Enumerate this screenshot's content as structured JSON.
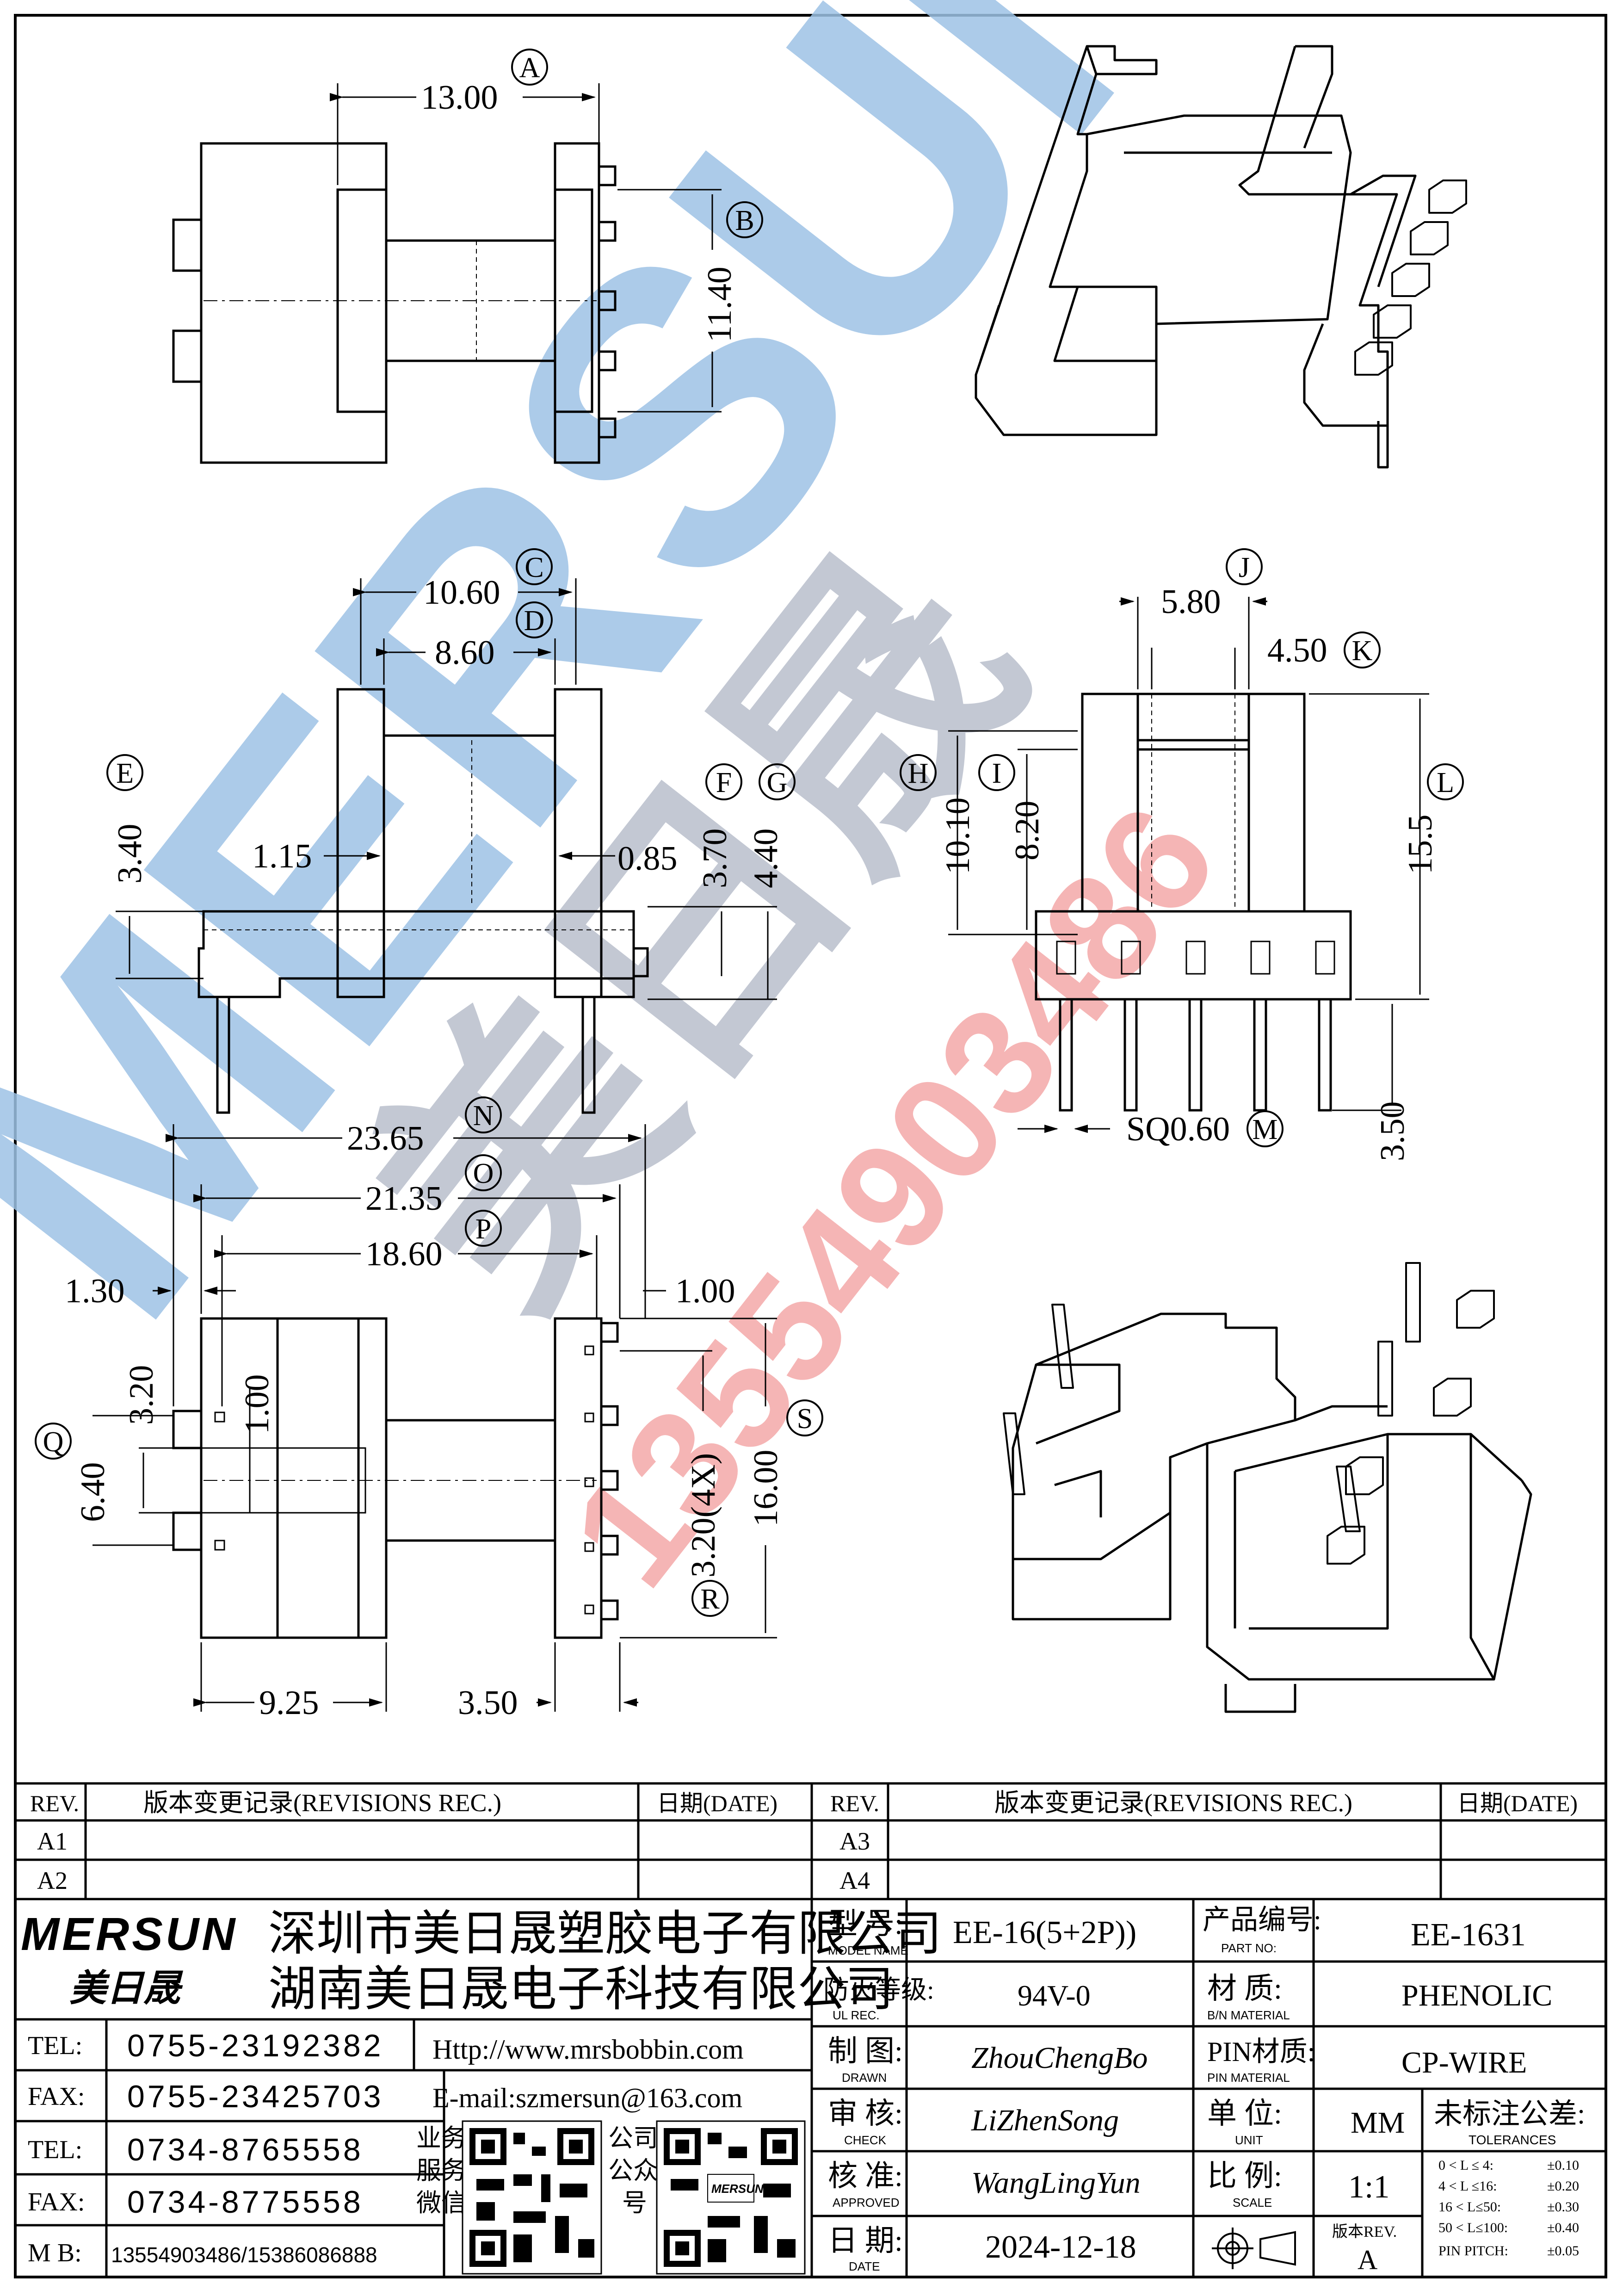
{
  "dimensions": {
    "a": "13.00",
    "b": "11.40",
    "c": "10.60",
    "d": "8.60",
    "e": "3.40",
    "f": "3.70",
    "g": "4.40",
    "h_115": "1.15",
    "h_085": "0.85",
    "j": "5.80",
    "k": "4.50",
    "h": "10.10",
    "i": "8.20",
    "l": "15.5",
    "m": "SQ0.60",
    "m2": "3.50",
    "n": "23.65",
    "o": "21.35",
    "p": "18.60",
    "q130": "1.30",
    "r100": "1.00",
    "q320": "3.20",
    "q100": "1.00",
    "q640": "6.40",
    "s": "16.00",
    "r": "3.20(4X)",
    "b925": "9.25",
    "b350": "3.50"
  },
  "callouts": [
    "A",
    "B",
    "C",
    "D",
    "E",
    "F",
    "G",
    "H",
    "I",
    "J",
    "K",
    "L",
    "M",
    "N",
    "O",
    "P",
    "Q",
    "R",
    "S"
  ],
  "watermark": {
    "brand": "MERSUN",
    "cn": "美日晟",
    "phone": "13554903486",
    "blue": "#9ec3e6",
    "gray": "#b9bfcc",
    "red": "#f4a9a9"
  },
  "title_block": {
    "rev_header": "REV.",
    "rev_rec": "版本变更记录(REVISIONS REC.)",
    "rev_date": "日期(DATE)",
    "rev_left": [
      "A1",
      "A2"
    ],
    "rev_right": [
      "A3",
      "A4"
    ],
    "logo": "MERSUN",
    "logo_cn": "美日晟",
    "company1": "深圳市美日晟塑胶电子有限公司",
    "company2": "湖南美日晟电子科技有限公司",
    "contacts": [
      {
        "label": "TEL:",
        "value": "0755-23192382"
      },
      {
        "label": "FAX:",
        "value": "0755-23425703"
      },
      {
        "label": "TEL:",
        "value": "0734-8765558"
      },
      {
        "label": "FAX:",
        "value": "0734-8775558"
      },
      {
        "label": "M B:",
        "value": "13554903486/15386086888"
      }
    ],
    "website": "Http://www.mrsbobbin.com",
    "email": "E-mail:szmersun@163.com",
    "qr1_label": [
      "业务",
      "服务",
      "微信"
    ],
    "qr2_label": [
      "公司",
      "公众",
      "号"
    ],
    "fields": [
      {
        "cn": "型 号:",
        "en": "MODEL NAME",
        "value": "EE-16(5+2P))"
      },
      {
        "cn": "防火等级:",
        "en": "UL REC.",
        "value": "94V-0"
      },
      {
        "cn": "制 图:",
        "en": "DRAWN",
        "value": "ZhouChengBo"
      },
      {
        "cn": "审 核:",
        "en": "CHECK",
        "value": "LiZhenSong"
      },
      {
        "cn": "核 准:",
        "en": "APPROVED",
        "value": "WangLingYun"
      },
      {
        "cn": "日 期:",
        "en": "DATE",
        "value": "2024-12-18"
      }
    ],
    "fields_right": [
      {
        "cn": "产品编号:",
        "en": "PART NO:",
        "value": "EE-1631"
      },
      {
        "cn": "材 质:",
        "en": "B/N MATERIAL",
        "value": "PHENOLIC"
      },
      {
        "cn": "PIN材质:",
        "en": "PIN MATERIAL",
        "value": "CP-WIRE"
      },
      {
        "cn": "单 位:",
        "en": "UNIT",
        "value": "MM"
      },
      {
        "cn": "比 例:",
        "en": "SCALE",
        "value": "1:1"
      }
    ],
    "rev_label": "版本REV.",
    "rev_value": "A",
    "tol_title": "未标注公差:",
    "tol_en": "TOLERANCES",
    "tolerances": [
      {
        "range": "0 < L ≤ 4:",
        "val": "±0.10"
      },
      {
        "range": "4 < L ≤16:",
        "val": "±0.20"
      },
      {
        "range": "16 < L≤50:",
        "val": "±0.30"
      },
      {
        "range": "50 < L≤100:",
        "val": "±0.40"
      },
      {
        "range": "PIN PITCH:",
        "val": "±0.05"
      }
    ]
  }
}
